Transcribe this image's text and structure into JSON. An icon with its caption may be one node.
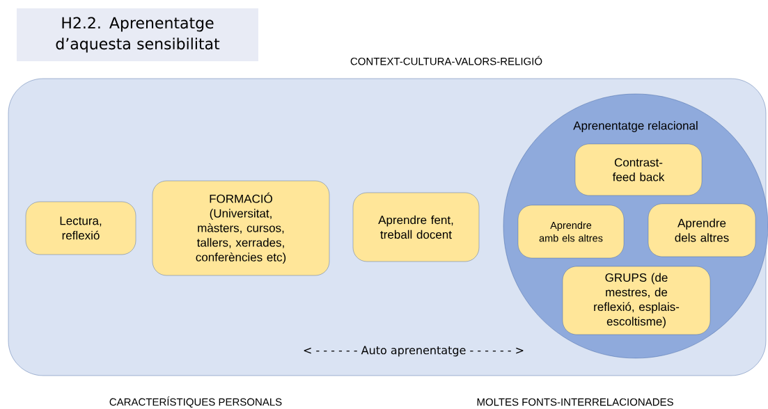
{
  "diagram": {
    "title": "H2.2. Aprenentatge d’aquesta sensibilitat",
    "nodes": [
      {
        "text": [],
        "shape": "box"
      },
      {
        "text": [
          "Lectura, reflexió"
        ],
        "in": 0
      },
      {
        "text": [
          "FORMACIÓ (Universitat, màsters, cursos, tallers, xerrades, conferències etc)"
        ],
        "in": 0
      },
      {
        "text": [
          "Aprendre fent, treball docent"
        ],
        "in": 0
      },
      {
        "text": [
          "Aprenentatge relacional"
        ],
        "in": 0
      },
      {
        "text": [
          "Contrast-feed back"
        ],
        "in": 4
      },
      {
        "text": [
          "Aprendre amb els altres"
        ],
        "in": 4
      },
      {
        "text": [
          "Aprendre dels altres"
        ],
        "in": 4
      },
      {
        "text": [
          "GRUPS (de mestres, de reflexió, esplais-escoltisme)"
        ],
        "in": 4
      }
    ],
    "labels": [
      "CONTEXT-CULTURA-VALORS-RELIGIÓ",
      "< - - - - - - Auto aprenentatge - - - - - - >",
      "CARACTERÍSTIQUES PERSONALS",
      "MOLTES FONTS-INTERRELACIONADES"
    ]
  }
}
